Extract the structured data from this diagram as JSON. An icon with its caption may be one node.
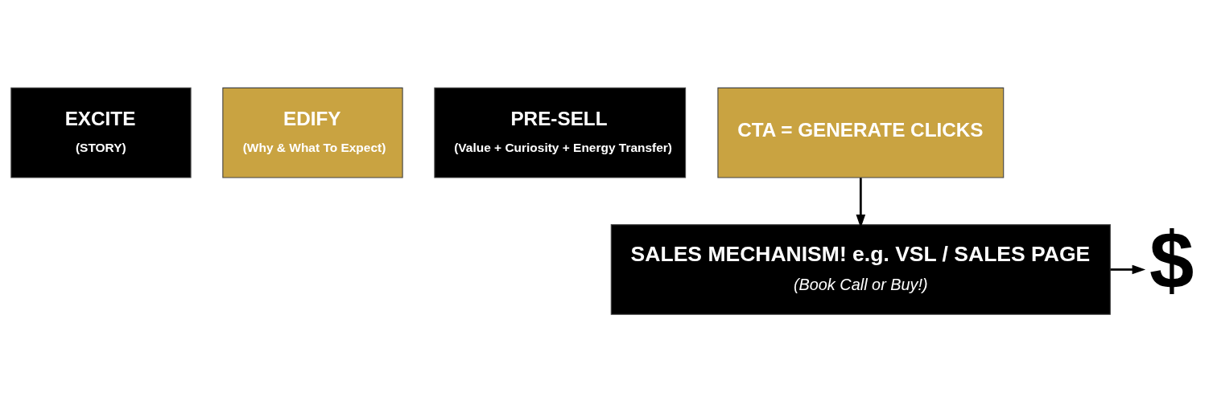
{
  "diagram": {
    "nodes": [
      {
        "text": [
          "EXCITE",
          "(STORY)"
        ]
      },
      {
        "text": [
          "EDIFY",
          "(Why & What To Expect)"
        ]
      },
      {
        "text": [
          "PRE-SELL",
          "(Value + Curiosity + Energy Transfer)"
        ]
      },
      {
        "text": [
          "CTA = GENERATE CLICKS"
        ]
      },
      {
        "text": [
          "SALES MECHANISM! e.g. VSL / SALES PAGE",
          "(Book Call or Buy!)"
        ]
      },
      {
        "text": [
          "$"
        ]
      }
    ],
    "edges": [
      {
        "from": 3,
        "to": 4,
        "arrow": "to"
      },
      {
        "from": 4,
        "to": 5,
        "arrow": "to"
      }
    ]
  }
}
